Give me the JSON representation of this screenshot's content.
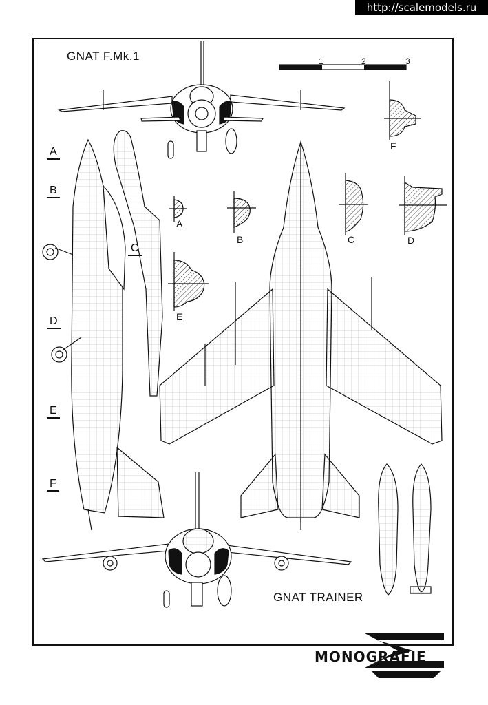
{
  "watermark": {
    "url": "http://scalemodels.ru"
  },
  "titles": {
    "top": "GNAT F.Mk.1",
    "bottom": "GNAT TRAINER"
  },
  "scale": {
    "ticks": [
      "1",
      "2",
      "3"
    ]
  },
  "stations": [
    "A",
    "B",
    "C",
    "D",
    "E",
    "F"
  ],
  "sections": [
    "A",
    "B",
    "C",
    "D",
    "E",
    "F"
  ],
  "brand": {
    "name": "MONOGRAFIE"
  },
  "colors": {
    "ink": "#111111",
    "paper": "#ffffff",
    "hatch": "#333333"
  }
}
